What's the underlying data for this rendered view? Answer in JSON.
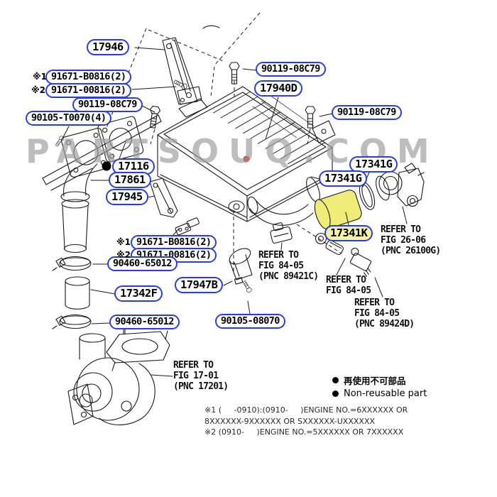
{
  "watermark": "PARTSOUQ.COM",
  "parts": {
    "p17946": "17946",
    "p91671b_top": "91671-B0816(2)",
    "p91671o_top": "91671-00816(2)",
    "p90119_left": "90119-08C79",
    "p90105t": "90105-T0070(4)",
    "p90119_top": "90119-08C79",
    "p17940d": "17940D",
    "p90119_right": "90119-08C79",
    "p17341g_upper": "17341G",
    "p17341g_lower": "17341G",
    "p17116": "17116",
    "p17861": "17861",
    "p17945": "17945",
    "p91671b_mid": "91671-B0816(2)",
    "p91671o_mid": "91671-00816(2)",
    "p90460_upper": "90460-65012",
    "p17342f": "17342F",
    "p17947b": "17947B",
    "p90460_lower": "90460-65012",
    "p90105_08070": "90105-08070",
    "p17341k": "17341K"
  },
  "marks": {
    "note1": "※1",
    "note2": "※2"
  },
  "refers": {
    "fig2606": {
      "l1": "REFER TO",
      "l2": "FIG 26-06",
      "l3": "(PNC 26100G)"
    },
    "fig8405a": {
      "l1": "REFER TO",
      "l2": "FIG 84-05",
      "l3": "(PNC 89421C)"
    },
    "fig8405b": {
      "l1": "REFER TO",
      "l2": "FIG 84-05"
    },
    "fig8405c": {
      "l1": "REFER TO",
      "l2": "FIG 84-05",
      "l3": "(PNC 89424D)"
    },
    "fig1701": {
      "l1": "REFER TO",
      "l2": "FIG 17-01",
      "l3": "(PNC 17201)"
    }
  },
  "legend": {
    "jp": "再使用不可部品",
    "en": "Non-reusable part"
  },
  "notes": {
    "line1": "※1 (     -0910):(0910-     )ENGINE NO.=6XXXXXX OR",
    "line2": "8XXXXXX-9XXXXXX OR SXXXXXX-UXXXXXX",
    "line3": "※2 (0910-     )ENGINE NO.=5XXXXXX OR 7XXXXXX"
  },
  "colors": {
    "callout_blue": "#2b3fd1",
    "highlight_yellow": "#f0ec78",
    "red_dot": "#e11c1c",
    "watermark_gray": "#9e9e9e"
  }
}
